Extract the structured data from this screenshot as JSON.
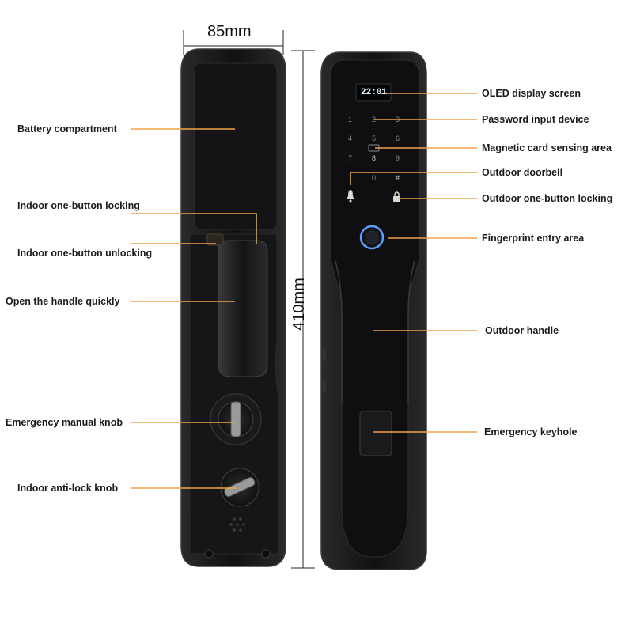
{
  "dimensions": {
    "width": "85mm",
    "height": "410mm"
  },
  "oled_time": "22:01",
  "keypad": [
    "1",
    "2",
    "3",
    "4",
    "5",
    "6",
    "7",
    "8",
    "9",
    "0",
    "#"
  ],
  "callouts_left": {
    "battery": "Battery compartment",
    "indoor_lock": "Indoor one-button locking",
    "indoor_unlock": "Indoor one-button unlocking",
    "handle_quick": "Open the handle quickly",
    "manual_knob": "Emergency manual knob",
    "antilock_knob": "Indoor anti-lock knob"
  },
  "callouts_right": {
    "oled": "OLED display screen",
    "password": "Password input device",
    "card": "Magnetic card sensing area",
    "doorbell": "Outdoor doorbell",
    "outdoor_lock": "Outdoor one-button locking",
    "fingerprint": "Fingerprint entry area",
    "outdoor_handle": "Outdoor handle",
    "keyhole": "Emergency keyhole"
  },
  "colors": {
    "leader": "#f0a248",
    "lock_body": "#1c1c1e",
    "lock_edge": "#3a3a3c",
    "fingerprint_ring": "#5aa0ff"
  }
}
